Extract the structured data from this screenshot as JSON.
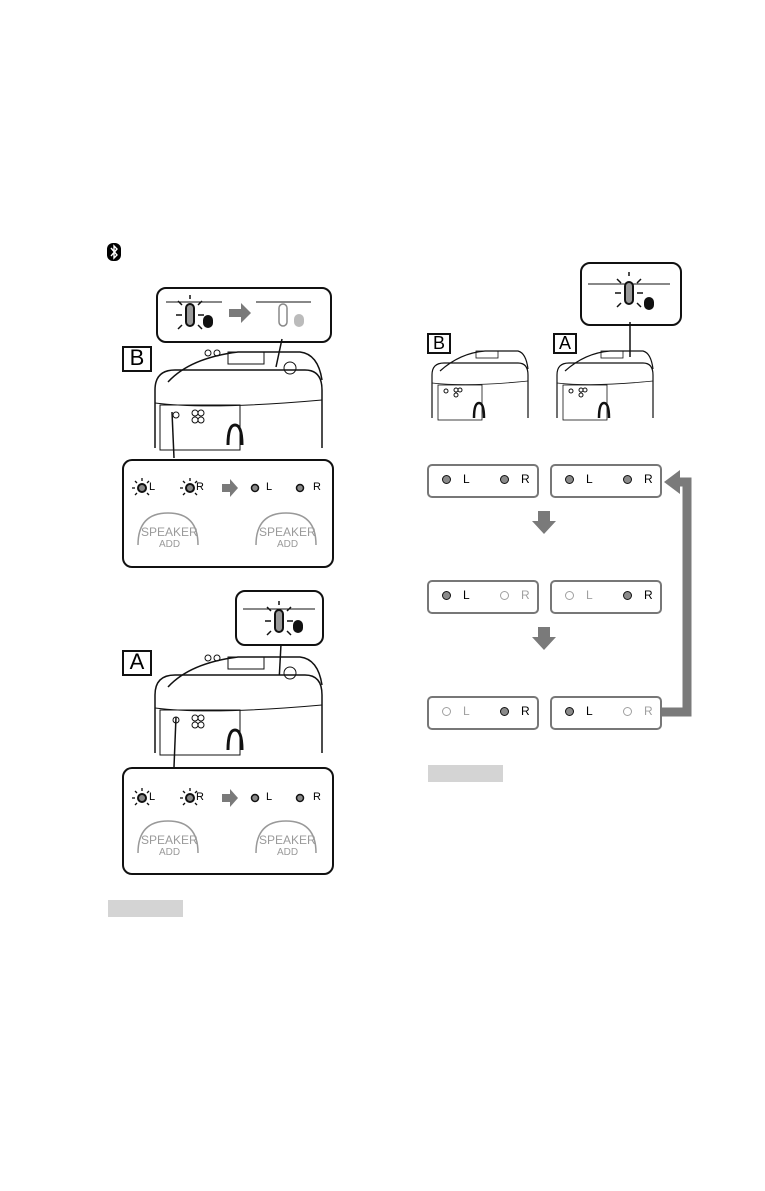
{
  "bluetooth_icon": "bluetooth-icon",
  "units": {
    "a": "A",
    "b": "B"
  },
  "left_b": {
    "leds": [
      {
        "label": "L",
        "state": "flash"
      },
      {
        "label": "R",
        "state": "flash"
      },
      {
        "label": "L",
        "state": "on"
      },
      {
        "label": "R",
        "state": "on"
      }
    ],
    "button_text": [
      "SPEAKER",
      "ADD"
    ]
  },
  "left_a": {
    "leds": [
      {
        "label": "L",
        "state": "flash"
      },
      {
        "label": "R",
        "state": "flash"
      },
      {
        "label": "L",
        "state": "on"
      },
      {
        "label": "R",
        "state": "on"
      }
    ],
    "button_text": [
      "SPEAKER",
      "ADD"
    ]
  },
  "sequence": [
    {
      "b": {
        "L": "on",
        "R": "on"
      },
      "a": {
        "L": "on",
        "R": "on"
      }
    },
    {
      "b": {
        "L": "on",
        "R": "off"
      },
      "a": {
        "L": "off",
        "R": "on"
      }
    },
    {
      "b": {
        "L": "off",
        "R": "on"
      },
      "a": {
        "L": "on",
        "R": "off"
      }
    }
  ],
  "led_labels": {
    "l": "L",
    "r": "R"
  },
  "colors": {
    "arrow": "#7a7a7a",
    "bar": "#d4d4d4",
    "led_on": "#8a8a8a"
  }
}
